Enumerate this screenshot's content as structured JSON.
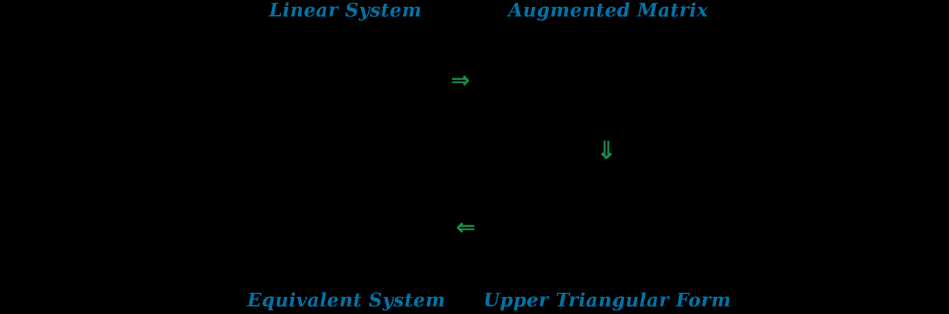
{
  "diagram": {
    "title": "Gaussian elimination flow between a linear system and its augmented matrix",
    "background_color": "#000000",
    "label_color": "#0075a9",
    "arrow_color": "#17934a",
    "nodes": {
      "linear_system": {
        "label": "Linear System"
      },
      "augmented_matrix": {
        "label": "Augmented Matrix"
      },
      "equivalent_system": {
        "label": "Equivalent System"
      },
      "upper_triangular": {
        "label": "Upper Triangular Form"
      }
    },
    "arrows": {
      "right": {
        "glyph": "⇒",
        "meaning": "linear system to augmented matrix"
      },
      "down": {
        "glyph": "⇓",
        "meaning": "augmented matrix to upper triangular form"
      },
      "left": {
        "glyph": "⇐",
        "meaning": "upper triangular form to equivalent system"
      }
    }
  }
}
